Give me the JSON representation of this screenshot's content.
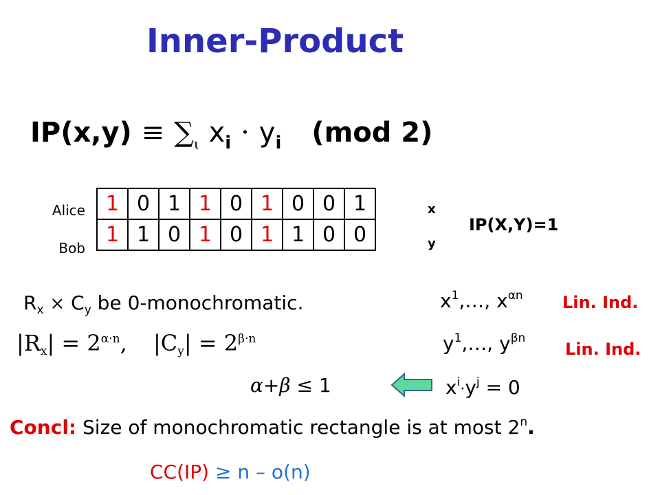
{
  "title": "Inner-Product",
  "formula": {
    "lhs": "IP(x,y)",
    "equiv": "≡",
    "sum": "∑",
    "sum_index": "ι",
    "x": "x",
    "sub_i": "i",
    "dot": "·",
    "y": "y",
    "mod": "(mod 2)"
  },
  "bits_table": {
    "alice_label": "Alice",
    "bob_label": "Bob",
    "alice_bits": [
      "1",
      "0",
      "1",
      "1",
      "0",
      "1",
      "0",
      "0",
      "1"
    ],
    "bob_bits": [
      "1",
      "1",
      "0",
      "1",
      "0",
      "1",
      "1",
      "0",
      "0"
    ],
    "alice_var": "x",
    "bob_var": "y",
    "result": "IP(X,Y)=1"
  },
  "rect_statement": {
    "r": "R",
    "r_sub": "x",
    "times": "×",
    "c": "C",
    "c_sub": "y",
    "rest": "be 0-monochromatic.",
    "size_rx": "|R",
    "size_rx_sub": "x",
    "size_rx_rest": "| = 2",
    "size_rx_exp": "α·n",
    "comma": ",",
    "size_cy": "|C",
    "size_cy_sub": "y",
    "size_cy_rest": "| = 2",
    "size_cy_exp": "β·n",
    "sum_alpha": "α",
    "plus": "+",
    "sum_beta": "β",
    "leq": "≤",
    "one": "1"
  },
  "vectors": {
    "x_list": "x",
    "x_first": "1",
    "x_mid": ",…, x",
    "x_last": "αn",
    "y_list": "y",
    "y_first": "1",
    "y_mid": ",…, y",
    "y_last": "βn",
    "lin_ind_1": "Lin. Ind.",
    "lin_ind_2": "Lin. Ind.",
    "prod_x": "x",
    "prod_sup_i": "i",
    "prod_dot": "·",
    "prod_y": "y",
    "prod_sup_j": "j",
    "prod_rest": " = 0"
  },
  "conclusion": {
    "label": "Concl:",
    "text": "Size of monochromatic rectangle is at most 2",
    "sup": "n",
    "period": "."
  },
  "cc": {
    "lhs": "CC(IP)",
    "geq": "≥",
    "rhs": "n – o(n)"
  },
  "colors": {
    "title": "#2d2db4",
    "red": "#e00000",
    "blue": "#1f6fd6",
    "arrow_fill": "#5fd7a0",
    "arrow_stroke": "#2a6b8c"
  },
  "icons": {
    "arrow": "left-arrow-icon"
  }
}
